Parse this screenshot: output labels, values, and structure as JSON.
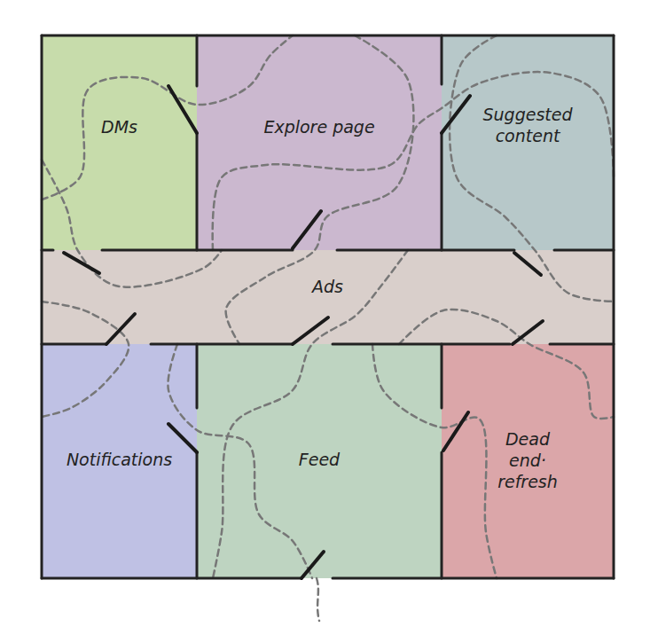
{
  "diagram": {
    "nodes": [
      {
        "text": [
          "DMs"
        ]
      },
      {
        "text": [
          "Explore page"
        ]
      },
      {
        "text": [
          "Suggested content"
        ]
      },
      {
        "text": [
          "Ads"
        ]
      },
      {
        "text": [
          "Notifications"
        ]
      },
      {
        "text": [
          "Feed"
        ]
      },
      {
        "text": [
          "Dead end· refresh"
        ]
      }
    ],
    "edges": [
      {
        "from": 0,
        "to": 1,
        "arrow": "none"
      },
      {
        "from": 1,
        "to": 2,
        "arrow": "none"
      },
      {
        "from": 0,
        "to": 3,
        "arrow": "none"
      },
      {
        "from": 1,
        "to": 3,
        "arrow": "none"
      },
      {
        "from": 2,
        "to": 3,
        "arrow": "none"
      },
      {
        "from": 3,
        "to": 4,
        "arrow": "none"
      },
      {
        "from": 3,
        "to": 5,
        "arrow": "none"
      },
      {
        "from": 3,
        "to": 6,
        "arrow": "none"
      },
      {
        "from": 4,
        "to": 5,
        "arrow": "none"
      },
      {
        "from": 5,
        "to": 6,
        "arrow": "none"
      }
    ]
  }
}
